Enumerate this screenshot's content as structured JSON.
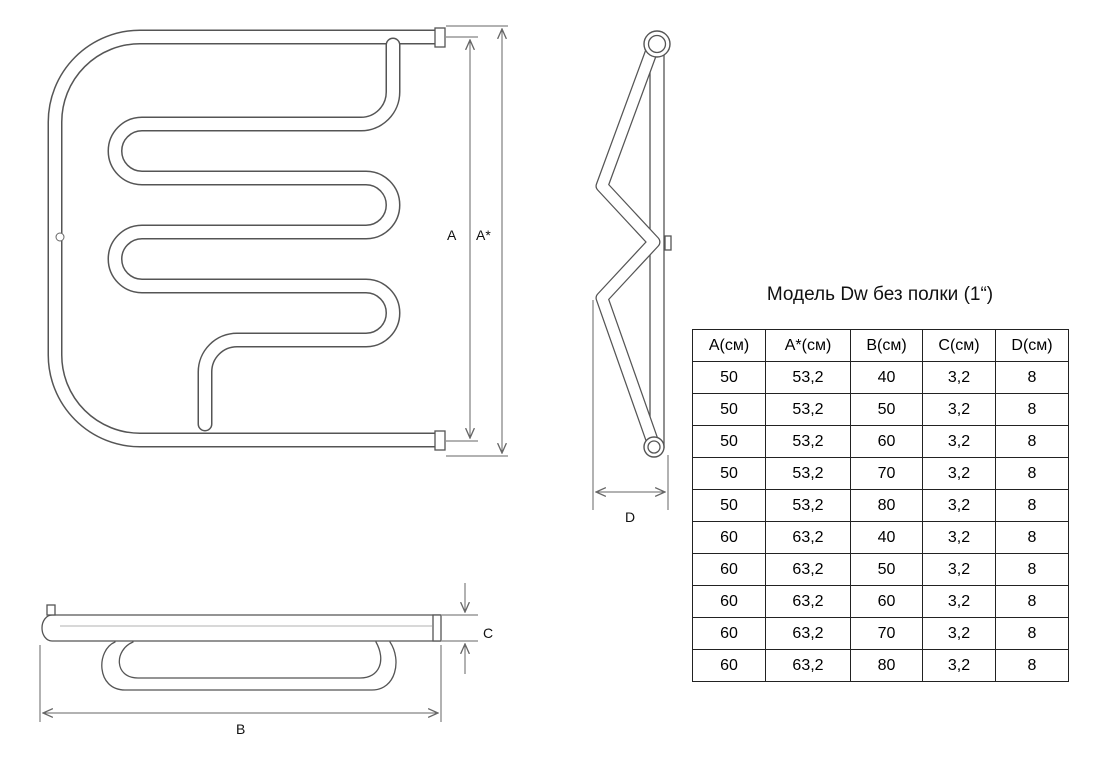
{
  "labels": {
    "a": "A",
    "a_star": "A*",
    "b": "B",
    "c": "C",
    "d": "D"
  },
  "table": {
    "title": "Модель Dw без полки (1“)",
    "headers": [
      "A(см)",
      "A*(см)",
      "B(см)",
      "C(см)",
      "D(см)"
    ],
    "rows": [
      [
        "50",
        "53,2",
        "40",
        "3,2",
        "8"
      ],
      [
        "50",
        "53,2",
        "50",
        "3,2",
        "8"
      ],
      [
        "50",
        "53,2",
        "60",
        "3,2",
        "8"
      ],
      [
        "50",
        "53,2",
        "70",
        "3,2",
        "8"
      ],
      [
        "50",
        "53,2",
        "80",
        "3,2",
        "8"
      ],
      [
        "60",
        "63,2",
        "40",
        "3,2",
        "8"
      ],
      [
        "60",
        "63,2",
        "50",
        "3,2",
        "8"
      ],
      [
        "60",
        "63,2",
        "60",
        "3,2",
        "8"
      ],
      [
        "60",
        "63,2",
        "70",
        "3,2",
        "8"
      ],
      [
        "60",
        "63,2",
        "80",
        "3,2",
        "8"
      ]
    ]
  }
}
